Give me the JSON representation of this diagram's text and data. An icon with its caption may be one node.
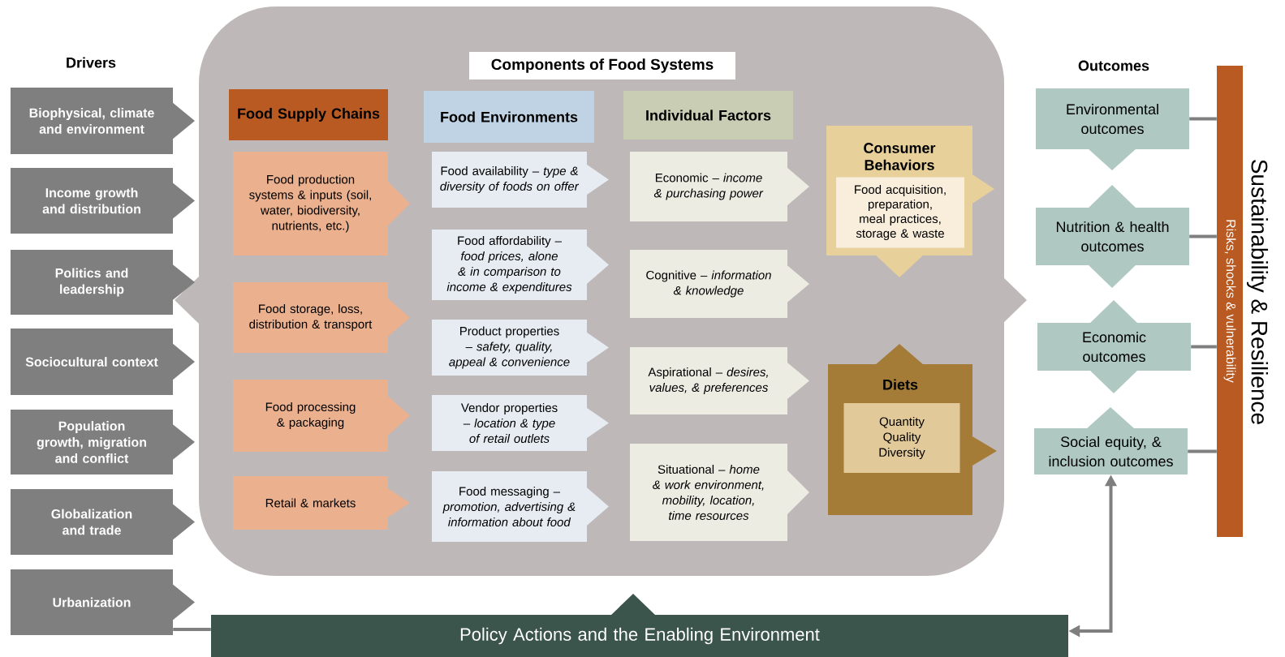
{
  "diagram": {
    "nodes": [
      {
        "text": [
          "Components of Food Systems"
        ]
      },
      {
        "text": [
          "Biophysical, climate and environment"
        ]
      },
      {
        "text": [
          "Income growth and distribution"
        ]
      },
      {
        "text": [
          "Politics and leadership"
        ]
      },
      {
        "text": [
          "Sociocultural context"
        ]
      },
      {
        "text": [
          "Population growth, migration and conflict"
        ]
      },
      {
        "text": [
          "Globalization and trade"
        ]
      },
      {
        "text": [
          "Urbanization"
        ]
      },
      {
        "text": [
          "Food Supply Chains"
        ],
        "in": 0
      },
      {
        "text": [
          "Food production systems & inputs (soil, water, biodiversity, nutrients, etc.)"
        ],
        "in": 0
      },
      {
        "text": [
          "Food storage, loss, distribution & transport"
        ],
        "in": 0
      },
      {
        "text": [
          "Food processing & packaging"
        ],
        "in": 0
      },
      {
        "text": [
          "Retail & markets"
        ],
        "in": 0
      },
      {
        "text": [
          "Food Environments"
        ],
        "in": 0
      },
      {
        "text": [
          "Food availability – *type & diversity of foods on offer*"
        ],
        "in": 0
      },
      {
        "text": [
          "Food affordability – *food prices, alone & in comparison to income & expenditures*"
        ],
        "in": 0
      },
      {
        "text": [
          "Product properties – *safety, quality, appeal & convenience*"
        ],
        "in": 0
      },
      {
        "text": [
          "Vendor properties – *location & type of retail outlets*"
        ],
        "in": 0
      },
      {
        "text": [
          "Food messaging – *promotion, advertising & information about food*"
        ],
        "in": 0
      },
      {
        "text": [
          "Individual Factors"
        ],
        "in": 0
      },
      {
        "text": [
          "Economic – *income & purchasing power*"
        ],
        "in": 0
      },
      {
        "text": [
          "Cognitive – *information & knowledge*"
        ],
        "in": 0
      },
      {
        "text": [
          "Aspirational – *desires, values, & preferences*"
        ],
        "in": 0
      },
      {
        "text": [
          "Situational – *home & work environment, mobility, location, time resources*"
        ],
        "in": 0
      },
      {
        "text": [
          "Consumer Behaviors",
          "Food acquisition, preparation, meal practices, storage & waste"
        ],
        "in": 0
      },
      {
        "text": [
          "Diets",
          "Quantity Quality Diversity"
        ],
        "in": 0
      },
      {
        "text": [
          "Environmental outcomes"
        ]
      },
      {
        "text": [
          "Nutrition & health outcomes"
        ]
      },
      {
        "text": [
          "Economic outcomes"
        ]
      },
      {
        "text": [
          "Social equity, & inclusion outcomes"
        ]
      },
      {
        "text": [
          "Sustainability & Resilience",
          "Risks, shocks & vulnerability"
        ]
      },
      {
        "text": [
          "Policy Actions and the Enabling Environment"
        ]
      }
    ],
    "edges": [
      {
        "from": 7,
        "to": 31,
        "arrow": "none"
      },
      {
        "from": 26,
        "to": 30,
        "arrow": "none"
      },
      {
        "from": 27,
        "to": 30,
        "arrow": "none"
      },
      {
        "from": 28,
        "to": 30,
        "arrow": "none"
      },
      {
        "from": 29,
        "to": 30,
        "arrow": "none"
      },
      {
        "from": 31,
        "to": 29,
        "arrow": "both"
      }
    ],
    "labels": [
      "Drivers",
      "Outcomes"
    ]
  }
}
